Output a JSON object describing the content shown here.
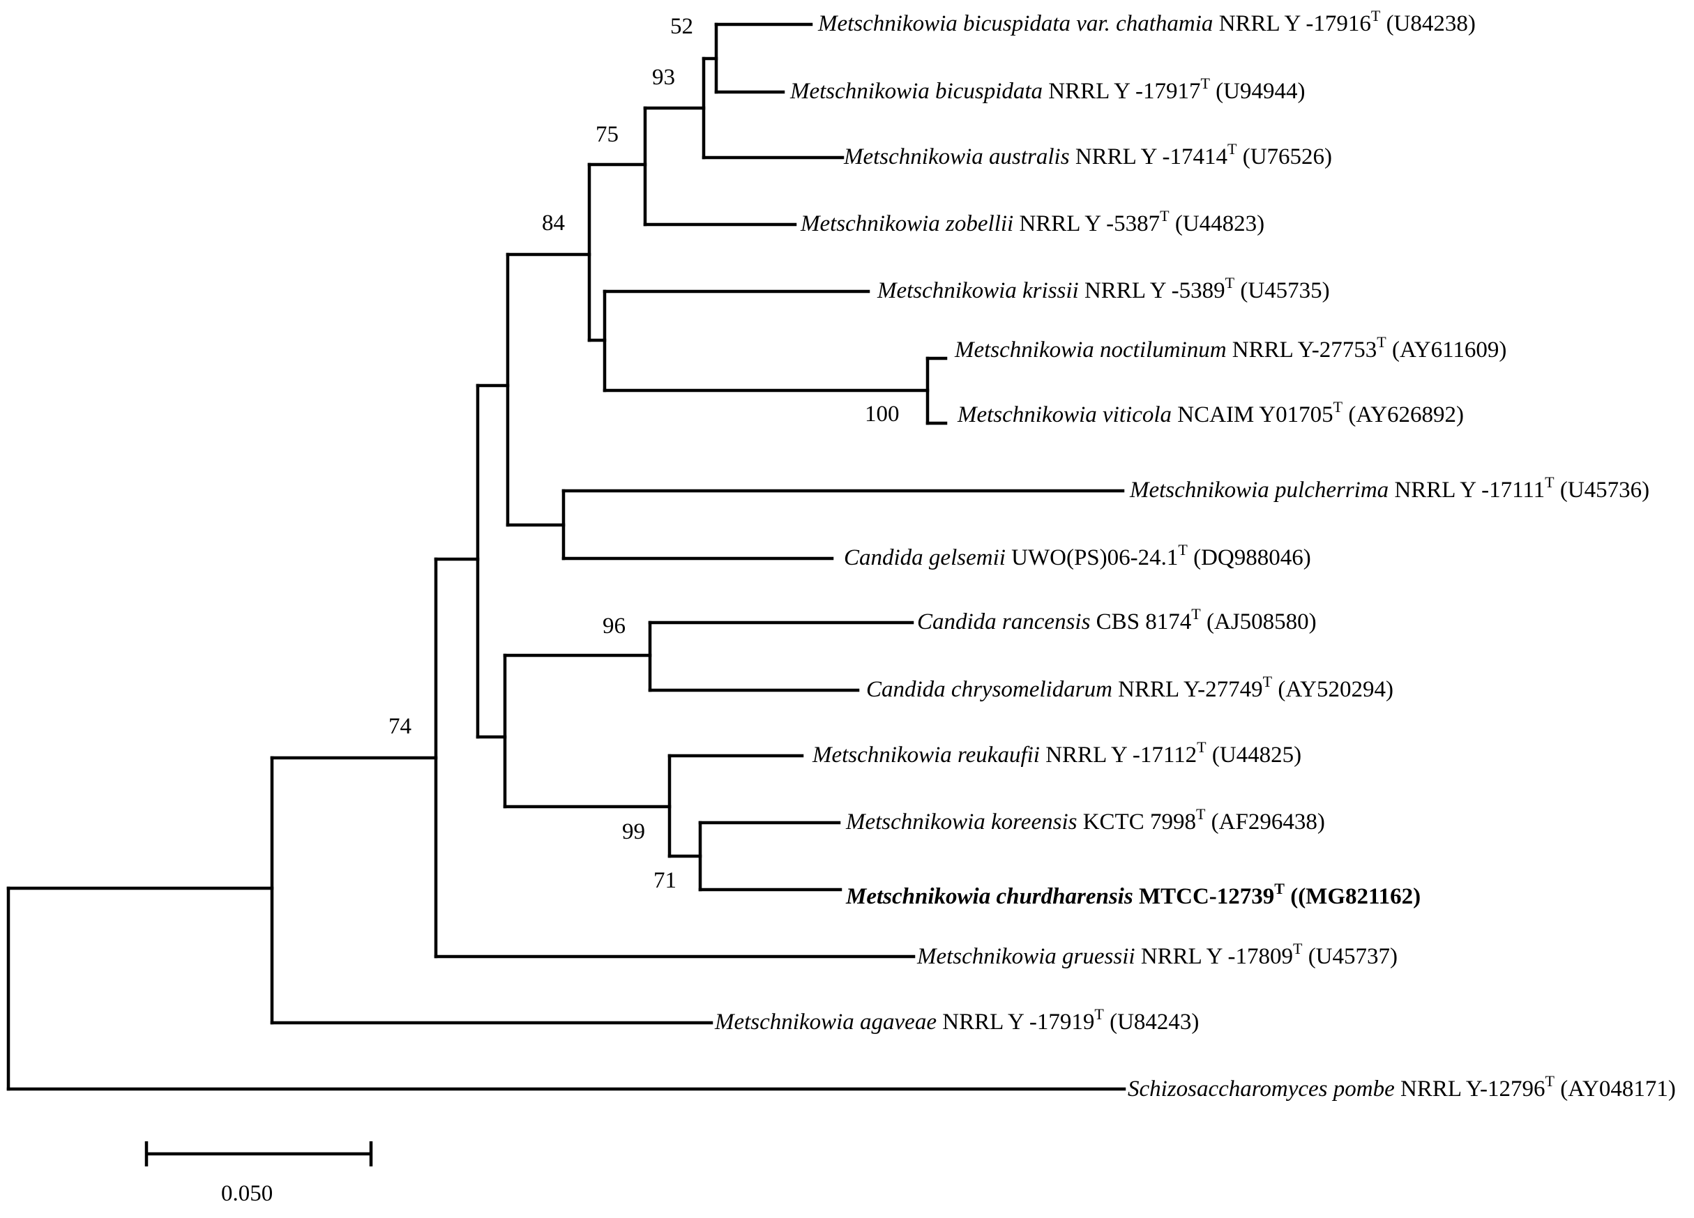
{
  "diagram": {
    "type": "phylogenetic-tree",
    "taxa": [
      {
        "id": "t1",
        "genus_species": "Metschnikowia bicuspidata var. chathamia",
        "strain": "NRRL Y -17916",
        "type_mark": "T",
        "accession": "(U84238)",
        "bold": false
      },
      {
        "id": "t2",
        "genus_species": "Metschnikowia bicuspidata",
        "strain": "NRRL Y -17917",
        "type_mark": "T",
        "accession": "(U94944)",
        "bold": false
      },
      {
        "id": "t3",
        "genus_species": "Metschnikowia australis",
        "strain": "NRRL Y -17414",
        "type_mark": "T",
        "accession": "(U76526)",
        "bold": false
      },
      {
        "id": "t4",
        "genus_species": "Metschnikowia zobellii",
        "strain": "NRRL Y -5387",
        "type_mark": "T",
        "accession": "(U44823)",
        "bold": false
      },
      {
        "id": "t5",
        "genus_species": "Metschnikowia krissii",
        "strain": "NRRL Y -5389",
        "type_mark": "T",
        "accession": "(U45735)",
        "bold": false
      },
      {
        "id": "t6",
        "genus_species": "Metschnikowia noctiluminum",
        "strain": "NRRL Y-27753",
        "type_mark": "T",
        "accession": "(AY611609)",
        "bold": false
      },
      {
        "id": "t7",
        "genus_species": "Metschnikowia viticola",
        "strain": "NCAIM Y01705",
        "type_mark": "T",
        "accession": "(AY626892)",
        "bold": false
      },
      {
        "id": "t8",
        "genus_species": "Metschnikowia pulcherrima",
        "strain": "NRRL Y -17111",
        "type_mark": "T",
        "accession": "(U45736)",
        "bold": false
      },
      {
        "id": "t9",
        "genus_species": "Candida gelsemii",
        "strain": "UWO(PS)06-24.1",
        "type_mark": "T",
        "accession": "(DQ988046)",
        "bold": false
      },
      {
        "id": "t10",
        "genus_species": "Candida rancensis",
        "strain": "CBS 8174",
        "type_mark": "T",
        "accession": "(AJ508580)",
        "bold": false
      },
      {
        "id": "t11",
        "genus_species": "Candida chrysomelidarum",
        "strain": "NRRL Y-27749",
        "type_mark": "T",
        "accession": "(AY520294)",
        "bold": false
      },
      {
        "id": "t12",
        "genus_species": "Metschnikowia reukaufii",
        "strain": "NRRL Y -17112",
        "type_mark": "T",
        "accession": "(U44825)",
        "bold": false
      },
      {
        "id": "t13",
        "genus_species": "Metschnikowia koreensis",
        "strain": "KCTC 7998",
        "type_mark": "T",
        "accession": "(AF296438)",
        "bold": false
      },
      {
        "id": "t14",
        "genus_species": "Metschnikowia churdharensis",
        "strain": "MTCC-12739",
        "type_mark": "T",
        "accession": "((MG821162)",
        "bold": true
      },
      {
        "id": "t15",
        "genus_species": "Metschnikowia gruessii",
        "strain": "NRRL Y -17809",
        "type_mark": "T",
        "accession": "(U45737)",
        "bold": false
      },
      {
        "id": "t16",
        "genus_species": "Metschnikowia agaveae",
        "strain": "NRRL Y -17919",
        "type_mark": "T",
        "accession": "(U84243)",
        "bold": false
      },
      {
        "id": "t17",
        "genus_species": "Schizosaccharomyces pombe",
        "strain": "NRRL Y-12796",
        "type_mark": "T",
        "accession": "(AY048171)",
        "bold": false
      }
    ],
    "bootstrap_values": [
      "52",
      "93",
      "75",
      "84",
      "100",
      "96",
      "99",
      "71",
      "74"
    ],
    "scale_bar": {
      "label": "0.050"
    }
  }
}
